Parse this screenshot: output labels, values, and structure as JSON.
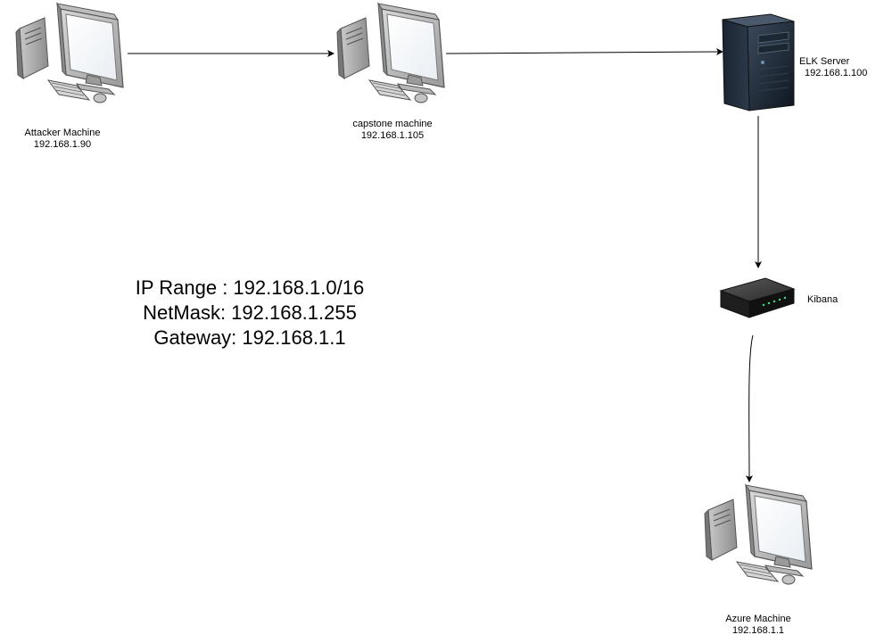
{
  "nodes": {
    "attacker": {
      "name": "Attacker Machine",
      "ip": "192.168.1.90",
      "icon": "desktop-computer-icon"
    },
    "capstone": {
      "name": "capstone machine",
      "ip": "192.168.1.105",
      "icon": "desktop-computer-icon"
    },
    "elk": {
      "name": "ELK Server",
      "ip": "192.168.1.100",
      "icon": "tower-server-icon"
    },
    "kibana": {
      "name": "Kibana",
      "icon": "network-switch-icon"
    },
    "azure": {
      "name": "Azure Machine",
      "ip": "192.168.1.1",
      "icon": "desktop-computer-icon"
    }
  },
  "network_info": {
    "ip_range": "IP Range : 192.168.1.0/16",
    "netmask": "NetMask: 192.168.1.255",
    "gateway": "Gateway: 192.168.1.1"
  },
  "edges": [
    {
      "from": "attacker",
      "to": "capstone"
    },
    {
      "from": "capstone",
      "to": "elk"
    },
    {
      "from": "elk",
      "to": "kibana"
    },
    {
      "from": "kibana",
      "to": "azure"
    }
  ]
}
